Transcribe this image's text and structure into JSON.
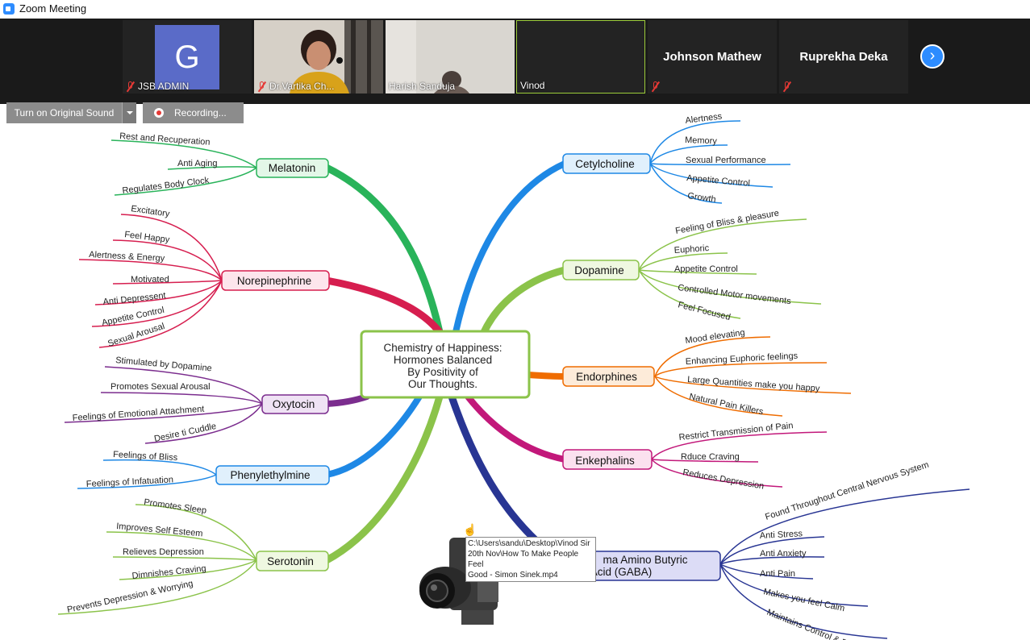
{
  "window": {
    "title": "Zoom Meeting"
  },
  "participants": [
    {
      "name": "JSB ADMIN",
      "avatar_letter": "G",
      "muted": true
    },
    {
      "name": "Dr.Vartika Ch...",
      "muted": true
    },
    {
      "name": "Harish Sanduja",
      "muted": false
    },
    {
      "name": "Vinod",
      "muted": false
    },
    {
      "name": "Johnson Mathew",
      "muted": true
    },
    {
      "name": "Ruprekha Deka",
      "muted": true
    }
  ],
  "controls": {
    "original_sound": "Turn on Original Sound",
    "recording": "Recording..."
  },
  "mindmap": {
    "center": [
      "Chemistry of Happiness:",
      "Hormones Balanced",
      "By Positivity of",
      "Our Thoughts."
    ],
    "melatonin": {
      "title": "Melatonin",
      "items": [
        "Rest and Recuperation",
        "Anti Aging",
        "Regulates Body Clock"
      ]
    },
    "norepinephrine": {
      "title": "Norepinephrine",
      "items": [
        "Excitatory",
        "Feel Happy",
        "Alertness & Energy",
        "Motivated",
        "Anti Depressent",
        "Appetite Control",
        "Sexual Arousal"
      ]
    },
    "oxytocin": {
      "title": "Oxytocin",
      "items": [
        "Stimulated by Dopamine",
        "Promotes Sexual Arousal",
        "Feelings of Emotional Attachment",
        "Desire ti Cuddle"
      ]
    },
    "phenylethylmine": {
      "title": "Phenylethylmine",
      "items": [
        "Feelings of Bliss",
        "Feelings of Infatuation"
      ]
    },
    "serotonin": {
      "title": "Serotonin",
      "items": [
        "Promotes Sleep",
        "Improves Self Esteem",
        "Relieves Depression",
        "Dimnishes Craving",
        "Prevents Depression & Worrying"
      ]
    },
    "cetylcholine": {
      "title": "Cetylcholine",
      "items": [
        "Alertness",
        "Memory",
        "Sexual Performance",
        "Appetite Control",
        "Growth"
      ]
    },
    "dopamine": {
      "title": "Dopamine",
      "items": [
        "Feeling of Bliss & pleasure",
        "Euphoric",
        "Appetite Control",
        "Controlled Motor movements",
        "Feel Focused"
      ]
    },
    "endorphines": {
      "title": "Endorphines",
      "items": [
        "Mood elevating",
        "Enhancing Euphoric feelings",
        "Large Quantities make you happy",
        "Natural Pain Killers"
      ]
    },
    "enkephalins": {
      "title": "Enkephalins",
      "items": [
        "Restrict Transmission of Pain",
        "Rduce Craving",
        "Reduces Depression"
      ]
    },
    "gaba": {
      "title": [
        "ma Amino Butyric",
        "Acid (GABA)"
      ],
      "items": [
        "Found Throughout Central Nervous System",
        "Anti Stress",
        "Anti Anxiety",
        "Anti Pain",
        "Makes you feel Calm",
        "Maintains Control & Focus"
      ]
    }
  },
  "tooltip": [
    "C:\\Users\\sandu\\Desktop\\Vinod Sir",
    "20th Nov\\How To Make People Feel",
    "Good - Simon Sinek.mp4"
  ],
  "colors": {
    "zoom_blue": "#2D8CFF",
    "muted_red": "#e53935",
    "strip_bg": "#1a1a1a",
    "active_border": "#9ccc3a"
  }
}
